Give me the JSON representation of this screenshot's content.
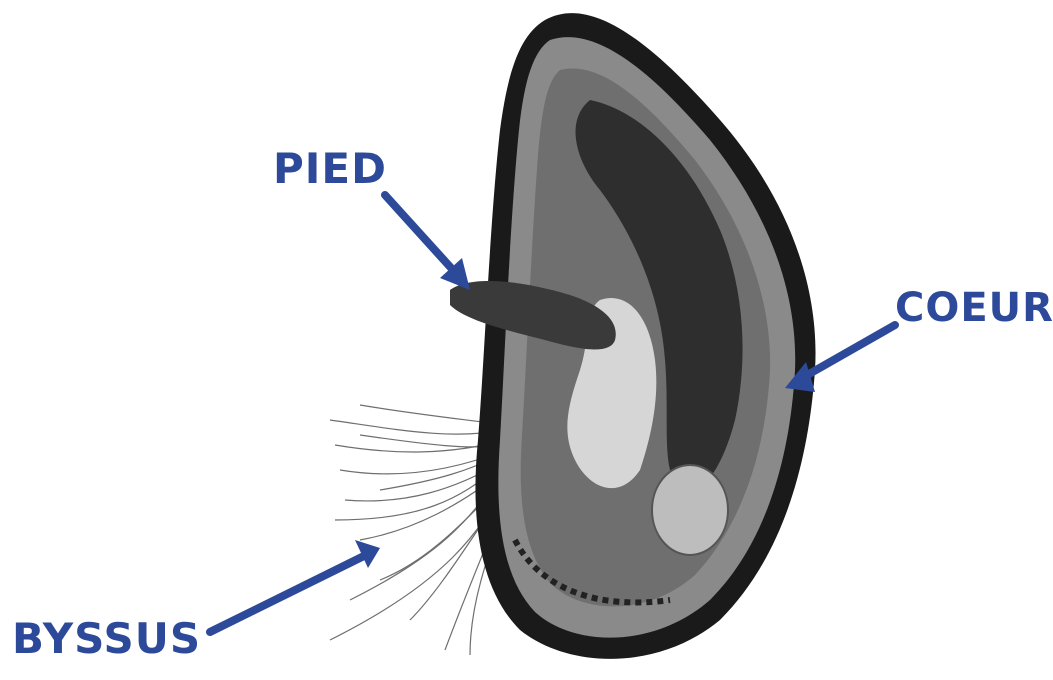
{
  "labels": {
    "foot": "PIED",
    "heart": "COEUR",
    "byssus": "BYSSUS"
  },
  "colors": {
    "annotation": "#2d4a9a",
    "shell_edge": "#111111",
    "shell_inner": "#9a9a9a",
    "body_light": "#d9d9d9",
    "body_dark": "#333333"
  }
}
